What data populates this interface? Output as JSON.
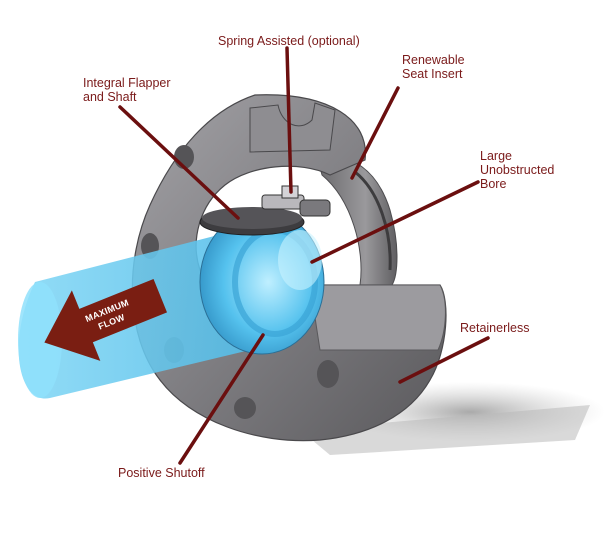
{
  "labels": {
    "spring_assisted": "Spring Assisted (optional)",
    "renewable_seat_line1": "Renewable",
    "renewable_seat_line2": "Seat Insert",
    "integral_flapper_line1": "Integral Flapper",
    "integral_flapper_line2": "and Shaft",
    "large_bore_line1": "Large",
    "large_bore_line2": "Unobstructed",
    "large_bore_line3": "Bore",
    "retainerless": "Retainerless",
    "positive_shutoff": "Positive Shutoff"
  },
  "flow_arrow": {
    "line1": "MAXIMUM",
    "line2": "FLOW"
  },
  "colors": {
    "label_text": "#7a1a1a",
    "leader_line": "#6b0f0f",
    "flow_arrow": "#7a1e12",
    "flow_beam": "#5cc8ef",
    "valve_body": "#7d7c7f"
  }
}
